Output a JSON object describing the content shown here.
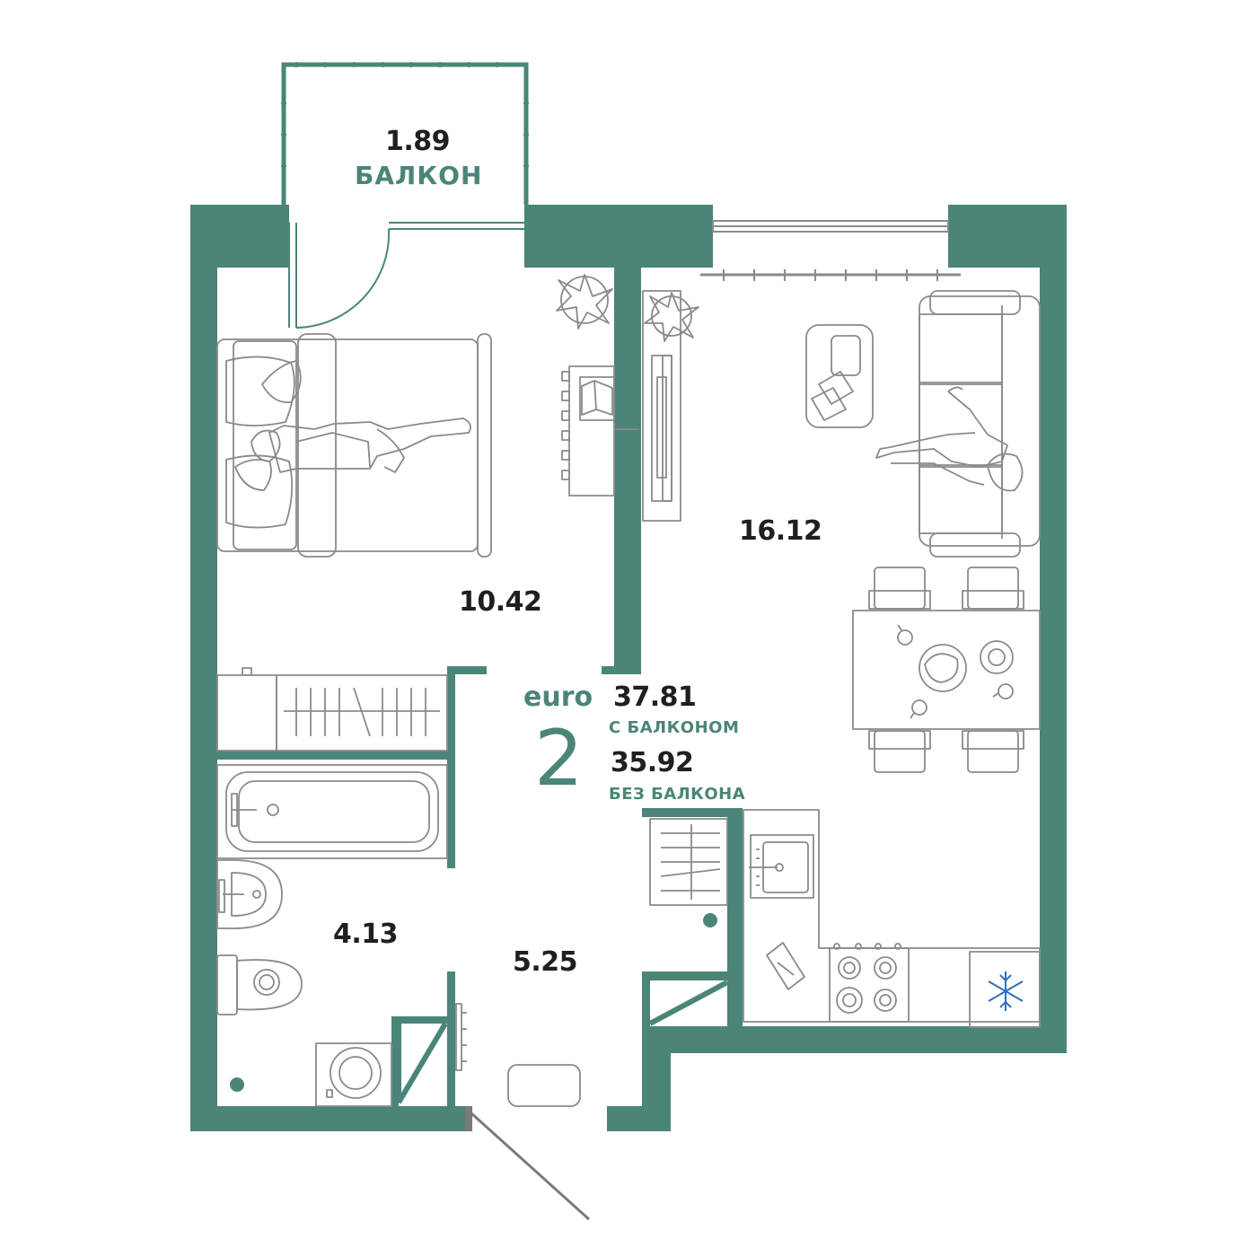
{
  "colors": {
    "wall": "#4a8578",
    "furniture": "#8a8a8a",
    "text": "#1f1f1f",
    "accent": "#4a8578",
    "snow": "#2f6fb5"
  },
  "rooms": {
    "balcony": {
      "area": "1.89",
      "name": "БАЛКОН"
    },
    "bedroom": {
      "area": "10.42"
    },
    "living": {
      "area": "16.12"
    },
    "bathroom": {
      "area": "4.13"
    },
    "hall": {
      "area": "5.25"
    }
  },
  "summary": {
    "type_label": "euro",
    "rooms_count": "2",
    "area_with_balcony": "37.81",
    "with_balcony_label": "С БАЛКОНОМ",
    "area_without_balcony": "35.92",
    "without_balcony_label": "БЕЗ БАЛКОНА"
  },
  "icons": {
    "fridge": "snowflake-icon",
    "plants": "plant-icon",
    "people": "person-icon"
  }
}
